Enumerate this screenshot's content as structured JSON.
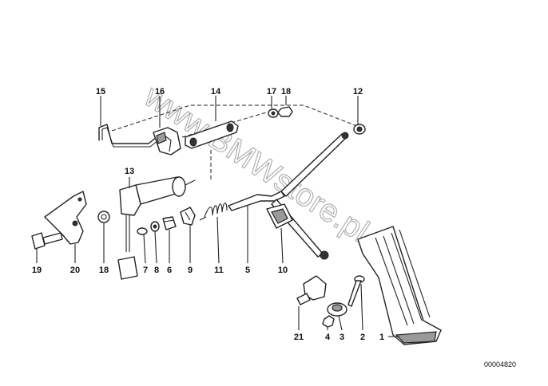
{
  "diagram": {
    "callouts": {
      "p1": "1",
      "p2": "2",
      "p3": "3",
      "p4": "4",
      "p5": "5",
      "p6": "6",
      "p7": "7",
      "p8": "8",
      "p9": "9",
      "p10": "10",
      "p11": "11",
      "p12": "12",
      "p13": "13",
      "p14": "14",
      "p15": "15",
      "p16": "16",
      "p17": "17",
      "p18a": "18",
      "p18b": "18",
      "p19": "19",
      "p20": "20",
      "p21": "21"
    },
    "watermark": "www.BMWstore.pl",
    "catalog_number": "00004820"
  }
}
